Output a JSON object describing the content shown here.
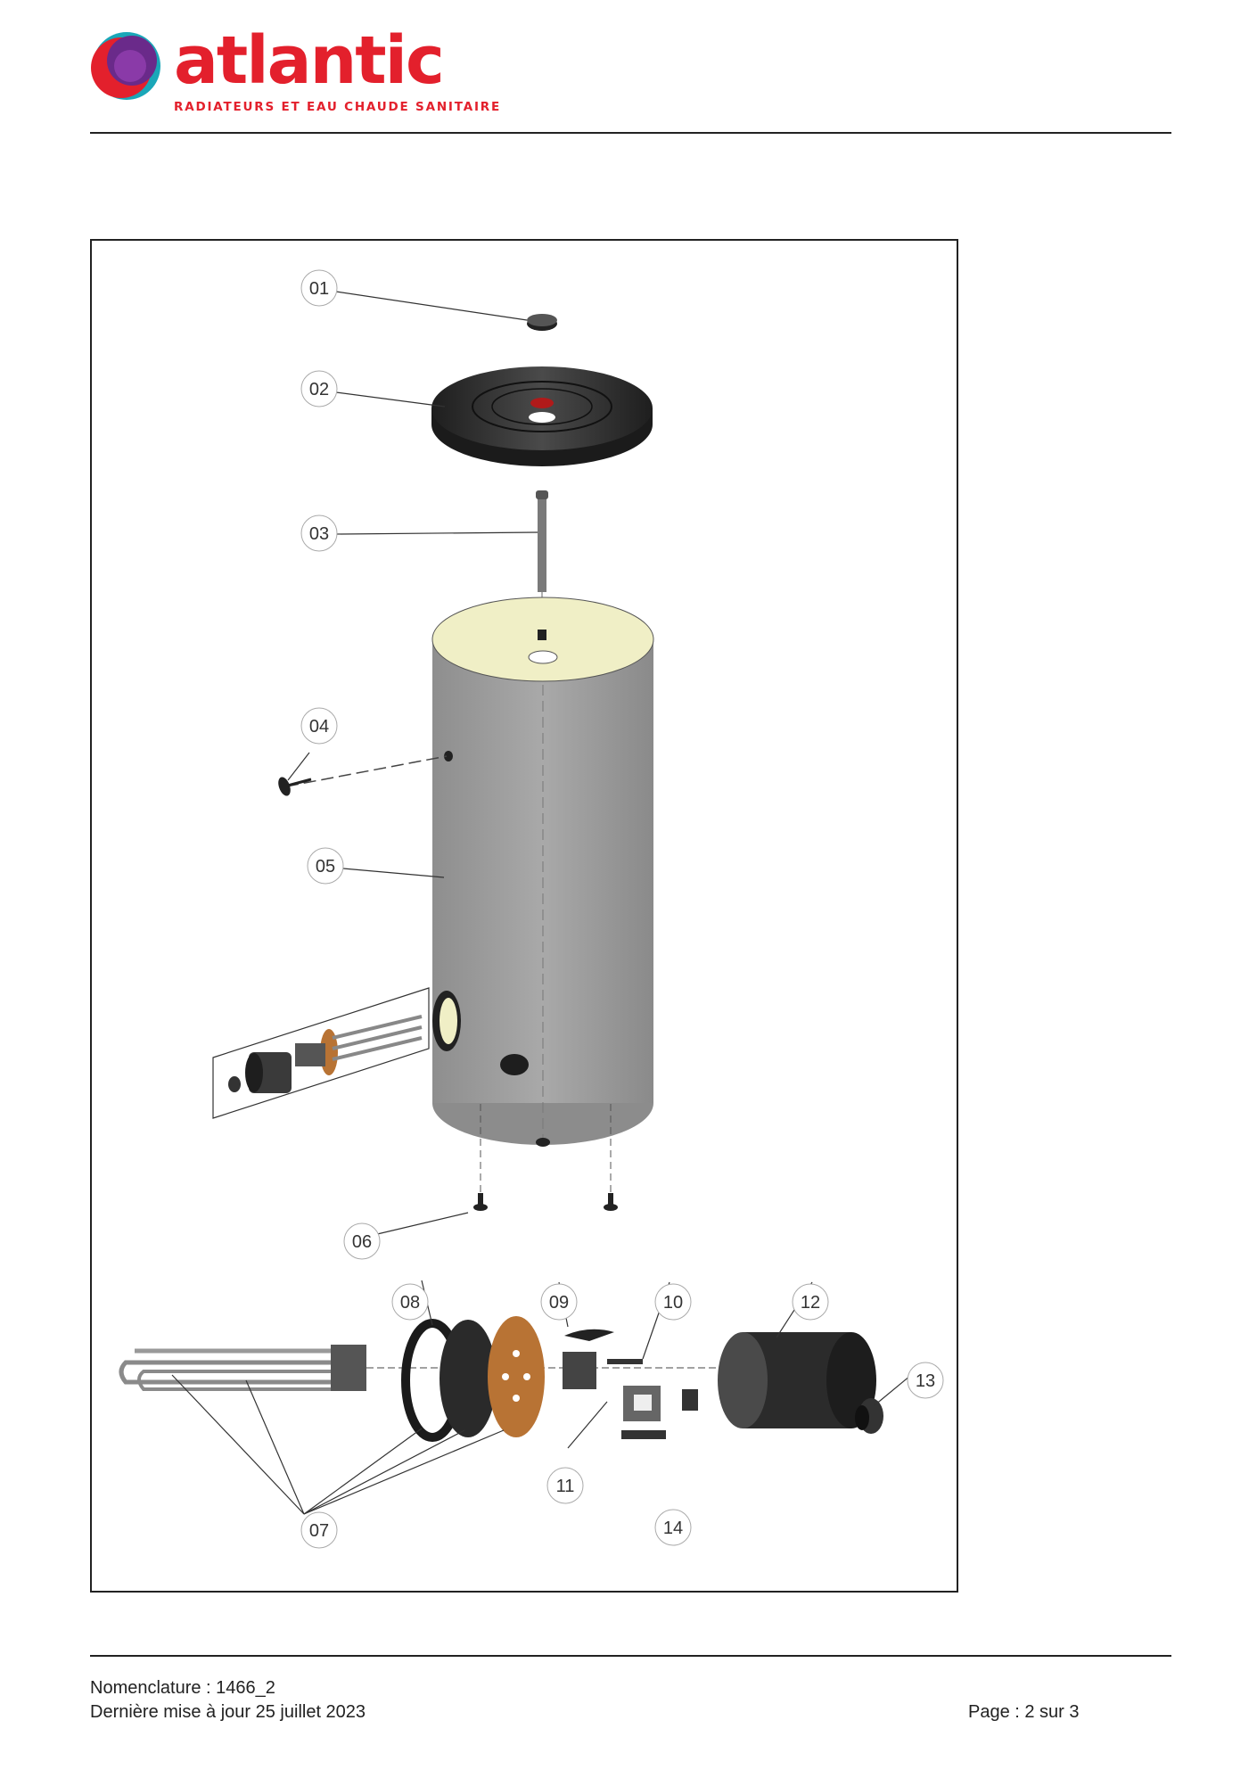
{
  "header": {
    "brand": "atlantic",
    "tagline": "RADIATEURS ET EAU CHAUDE SANITAIRE"
  },
  "colors": {
    "brand_red": "#e3202c",
    "logo_purple": "#6a2a8a",
    "logo_teal": "#1aa7b8",
    "tank_grey": "#9a9a9a",
    "insulation": "#f0efc6",
    "flange_copper": "#b87334"
  },
  "diagram": {
    "callouts": [
      "01",
      "02",
      "03",
      "04",
      "05",
      "06",
      "07",
      "08",
      "09",
      "10",
      "11",
      "12",
      "13",
      "14"
    ]
  },
  "footer": {
    "nomenclature": "Nomenclature : 1466_2",
    "updated": "Dernière mise à jour 25 juillet 2023",
    "page": "Page : 2 sur 3"
  }
}
